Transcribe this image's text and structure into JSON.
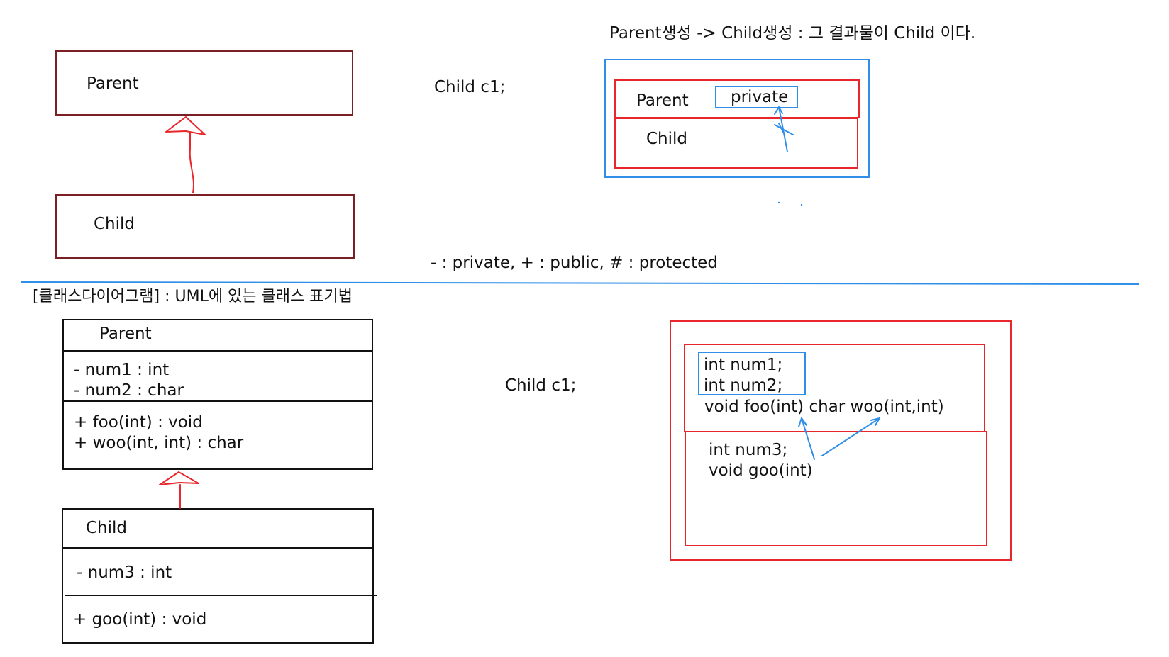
{
  "top_left": {
    "parent_label": "Parent",
    "child_label": "Child"
  },
  "top_middle": {
    "declaration": "Child c1;"
  },
  "top_right": {
    "caption": "Parent생성 -> Child생성 : 그 결과물이 Child 이다.",
    "parent_label": "Parent",
    "private_label": "private",
    "child_label": "Child"
  },
  "legend": "-  : private, + : public, # : protected",
  "section_title": "[클래스다이어그램]  : UML에 있는 클래스 표기법",
  "uml_parent": {
    "name": "Parent",
    "fields": [
      "-  num1 : int",
      "-  num2 : char"
    ],
    "methods": [
      "+ foo(int) : void",
      "+ woo(int, int) : char"
    ]
  },
  "uml_child": {
    "name": "Child",
    "fields": [
      "- num3 : int"
    ],
    "methods": [
      "+ goo(int) : void"
    ]
  },
  "bottom_middle": {
    "declaration": "Child  c1;"
  },
  "memory": {
    "parent_fields": [
      "int num1;",
      "int num2;"
    ],
    "parent_methods": "void foo(int)  char woo(int,int)",
    "child_members": [
      "int num3;",
      "void goo(int)"
    ]
  },
  "colors": {
    "dark_red": "#7a1f24",
    "red": "#e8262b",
    "blue": "#2f8fe8",
    "black": "#111111"
  }
}
